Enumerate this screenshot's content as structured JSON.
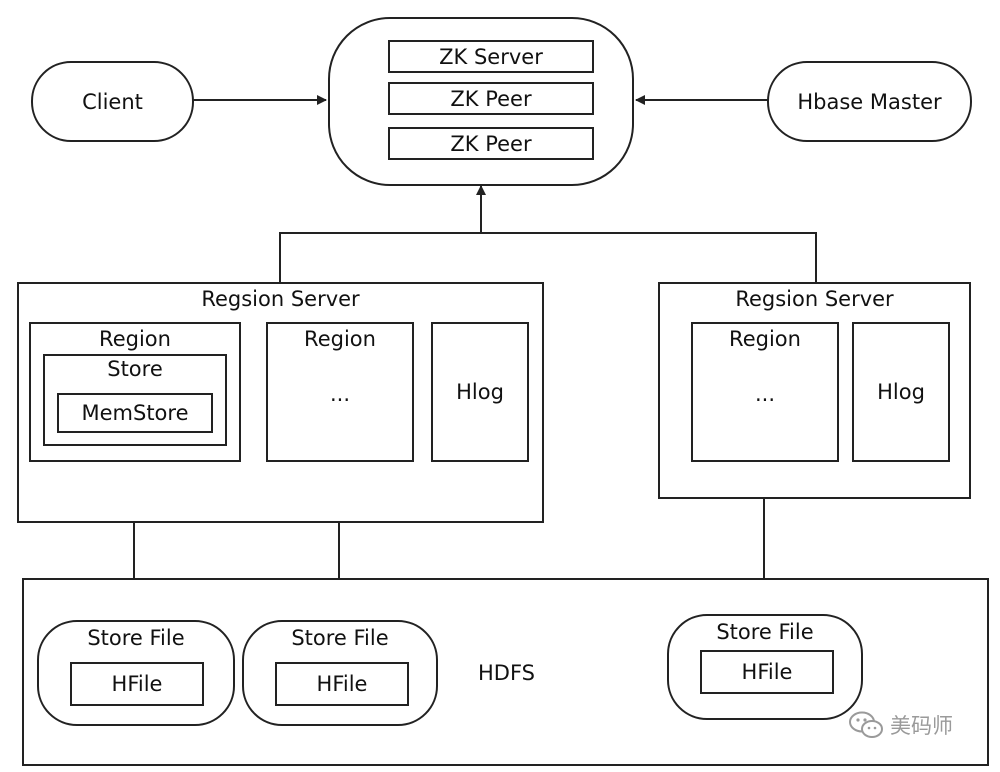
{
  "zookeeper": {
    "servers": [
      "ZK Server",
      "ZK Peer",
      "ZK Peer"
    ]
  },
  "client": {
    "label": "Client"
  },
  "master": {
    "label": "Hbase Master"
  },
  "region_servers": [
    {
      "title": "Regsion Server",
      "region1": {
        "title": "Region",
        "store": {
          "title": "Store",
          "memstore": "MemStore"
        }
      },
      "region2": {
        "title": "Region",
        "content": "..."
      },
      "hlog": "Hlog"
    },
    {
      "title": "Regsion Server",
      "region": {
        "title": "Region",
        "content": "..."
      },
      "hlog": "Hlog"
    }
  ],
  "hdfs": {
    "label": "HDFS",
    "store_files": [
      {
        "title": "Store File",
        "hfile": "HFile"
      },
      {
        "title": "Store File",
        "hfile": "HFile"
      },
      {
        "title": "Store File",
        "hfile": "HFile"
      }
    ]
  },
  "watermark": {
    "text": "美码师",
    "icon": "wechat-icon"
  },
  "colors": {
    "line": "#222222",
    "watermark": "#9a9a9a"
  }
}
